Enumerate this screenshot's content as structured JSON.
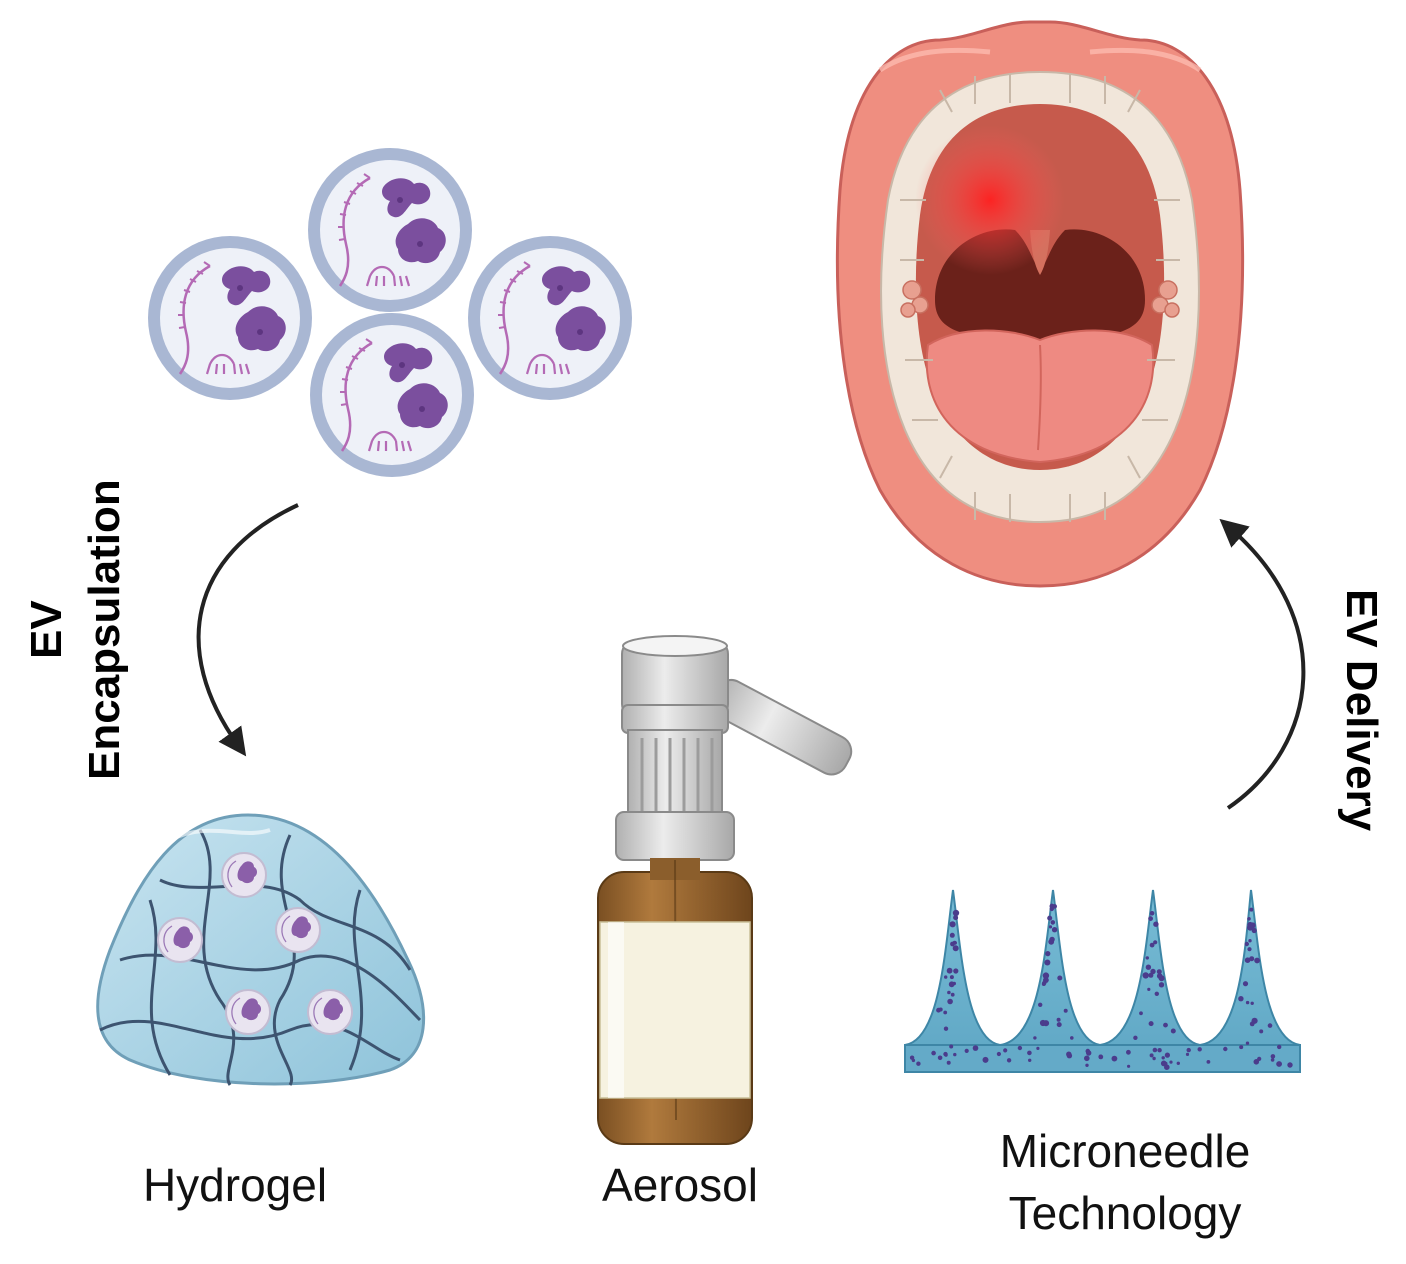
{
  "labels": {
    "hydrogel": "Hydrogel",
    "aerosol": "Aerosol",
    "microneedle_line1": "Microneedle",
    "microneedle_line2": "Technology"
  },
  "arrows": {
    "encapsulation_line1": "EV",
    "encapsulation_line2": "Encapsulation",
    "delivery": "EV Delivery"
  },
  "colors": {
    "vesicle_membrane": "#a9b7d3",
    "vesicle_fill": "#eef1f8",
    "cargo_purple": "#7b4f9e",
    "rna_magenta": "#b46ab5",
    "hydrogel_fill": "#a9d3e6",
    "hydrogel_fiber": "#3d5470",
    "bottle_glass": "#9a6a32",
    "bottle_label": "#f6f2e0",
    "pump_grey": "#c8c8c8",
    "needle_fill": "#6bb1cc",
    "needle_dot": "#4b3c8c",
    "lips": "#ef8e80",
    "mouth_inner": "#6b211a",
    "tongue": "#ee8a82",
    "teeth": "#f1e6da",
    "inflammation": "#ff3030",
    "arrow": "#222222"
  }
}
